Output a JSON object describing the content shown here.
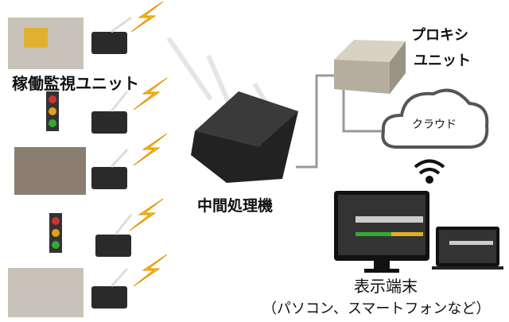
{
  "labels": {
    "monitor_units": "稼働監視ユニット",
    "intermediate": "中間処理機",
    "proxy_line1": "プロキシ",
    "proxy_line2": "ユニット",
    "cloud": "クラウド",
    "display": "表示端末",
    "display_sub": "（パソコン、スマートフォンなど）"
  },
  "colors": {
    "line": "#999999",
    "bolt": "#f5c518",
    "device": "#2a2a2a"
  }
}
